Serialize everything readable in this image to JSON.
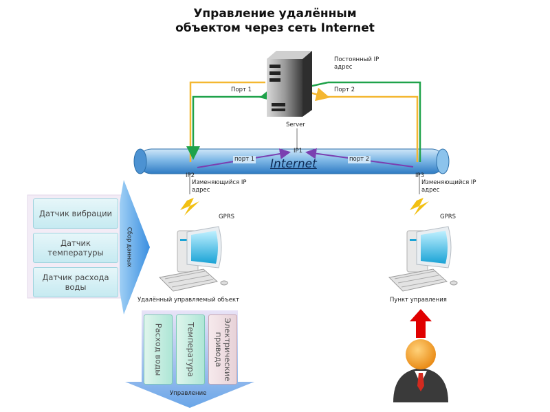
{
  "title": {
    "line1": "Управление удалённым",
    "line2": "объектом через сеть Internet"
  },
  "server": {
    "label": "Server",
    "static_ip": "Постоянный IP адрес",
    "port1": "Порт 1",
    "port2": "Порт 2"
  },
  "internet": {
    "label": "Internet",
    "ip1": "IP1",
    "ip2": "IP2",
    "ip3": "IP3",
    "port1": "порт 1",
    "port2": "порт 2",
    "dynamic_ip_left": "Изменяющийся IP адрес",
    "dynamic_ip_right": "Изменяющийся IP адрес"
  },
  "gprs_left": "GPRS",
  "gprs_right": "GPRS",
  "remote_object": {
    "label": "Удалённый управляемый объект",
    "collect_label": "Сбор данных",
    "sensors": [
      "Датчик вибрации",
      "Датчик температуры",
      "Датчик расхода воды"
    ],
    "control_label": "Управление",
    "actuators": [
      "Расход воды",
      "Температура",
      "Электрические привода"
    ]
  },
  "control_point": {
    "label": "Пункт управления"
  },
  "colors": {
    "yellow_link": "#f4b731",
    "green_link": "#1fa24a",
    "purple_link": "#7b3fb0",
    "pipe": "#5a9fd6",
    "red_arrow": "#e00000",
    "person": "#f39a1e"
  }
}
